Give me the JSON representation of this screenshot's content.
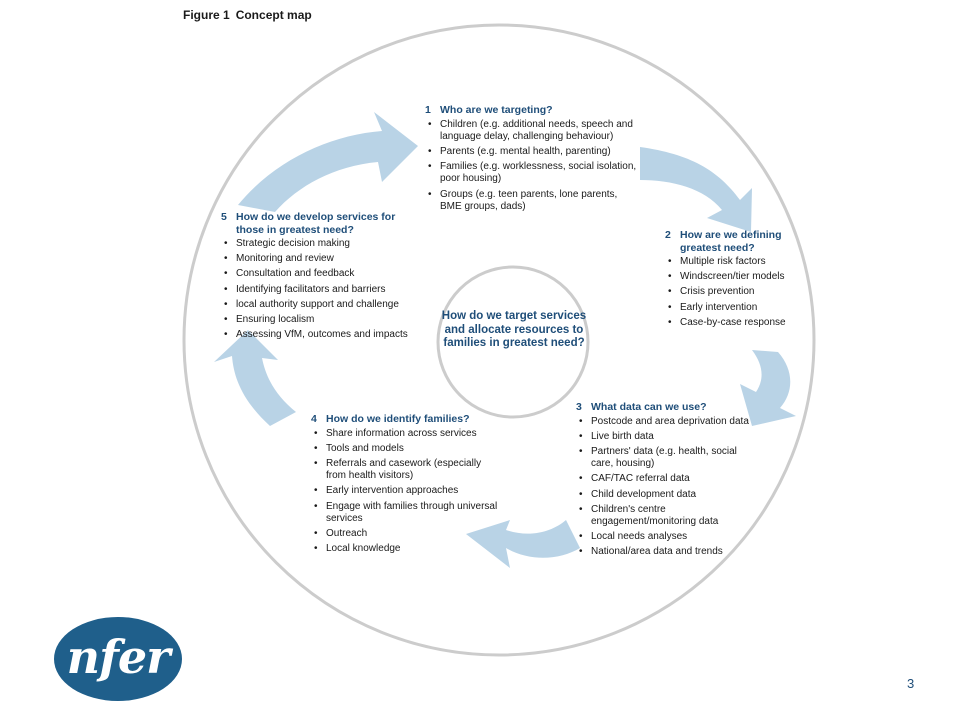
{
  "figure": {
    "number": "Figure 1",
    "title": "Concept map"
  },
  "center_question": "How do we target services and allocate resources to families in greatest need?",
  "sections": [
    {
      "number": "1",
      "heading": "Who are we targeting?",
      "items": [
        "Children (e.g. additional needs, speech and language delay, challenging behaviour)",
        "Parents (e.g. mental health, parenting)",
        "Families (e.g. worklessness, social isolation, poor housing)",
        "Groups (e.g. teen parents, lone parents, BME groups, dads)"
      ]
    },
    {
      "number": "2",
      "heading": "How are we defining greatest need?",
      "items": [
        "Multiple risk factors",
        "Windscreen/tier models",
        "Crisis prevention",
        "Early intervention",
        "Case-by-case response"
      ]
    },
    {
      "number": "3",
      "heading": "What data can we use?",
      "items": [
        "Postcode and area deprivation data",
        "Live birth data",
        "Partners' data (e.g. health, social care, housing)",
        "CAF/TAC referral data",
        "Child development data",
        "Children's centre engagement/monitoring data",
        "Local needs analyses",
        "National/area data and trends"
      ]
    },
    {
      "number": "4",
      "heading": "How do we identify families?",
      "items": [
        "Share information across services",
        "Tools and models",
        "Referrals and casework (especially from health visitors)",
        "Early intervention approaches",
        "Engage with families through universal services",
        "Outreach",
        "Local knowledge"
      ]
    },
    {
      "number": "5",
      "heading": "How do we develop services for those in greatest need?",
      "items": [
        "Strategic decision making",
        "Monitoring and review",
        "Consultation and feedback",
        "Identifying facilitators and barriers",
        "local authority support and challenge",
        "Ensuring localism",
        "Assessing VfM, outcomes and impacts"
      ]
    }
  ],
  "logo": {
    "text": "nfer"
  },
  "page_number": "3",
  "colors": {
    "heading": "#1f4e79",
    "arrow": "#b9d3e6",
    "circle": "#cccccc",
    "logo": "#1f5f8b"
  }
}
